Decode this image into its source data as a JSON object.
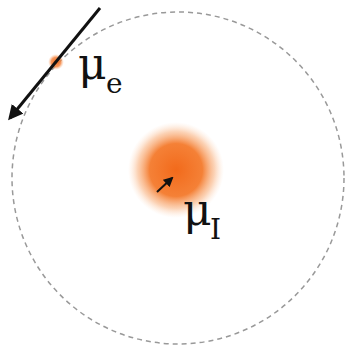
{
  "diagram": {
    "labels": [
      "μ",
      "e",
      "μ",
      "I"
    ]
  }
}
